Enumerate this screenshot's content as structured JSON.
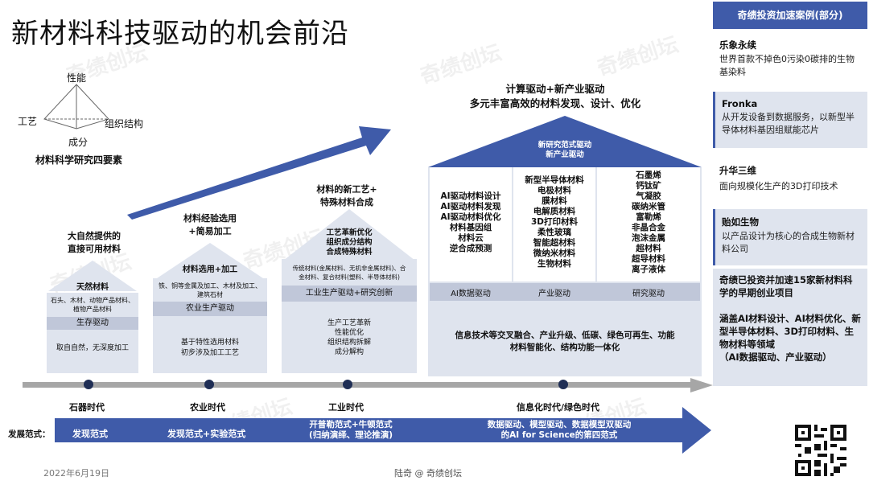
{
  "title": "新材料科技驱动的机会前沿",
  "watermark": "奇绩创坛",
  "pyramid": {
    "top": "性能",
    "left": "工艺",
    "right": "组织结构",
    "bottom": "成分",
    "caption": "材料科学研究四要素"
  },
  "stages": [
    {
      "heading": "大自然提供的\n直接可用材料",
      "roof": "天然材料",
      "materials": "石头、木材、动物产品材料、\n植物产品材料",
      "driver": "生存驱动",
      "desc": "取自自然，无深度加工"
    },
    {
      "heading": "材料经验选用\n+简易加工",
      "roof": "材料选用+加工",
      "materials": "铁、铜等金属及加工、木材及加工、\n建筑石材",
      "driver": "农业生产驱动",
      "desc": "基于特性选用材料\n初步涉及加工工艺"
    },
    {
      "heading": "材料的新工艺+\n特殊材料合成",
      "roof": "工艺革新优化\n组织成分结构\n合成特殊材料",
      "materials": "传统材料(金属材料、无机非金属材料)、合\n金材料、复合材料(塑料、半导体材料)",
      "driver": "工业生产驱动+研究创新",
      "desc": "生产工艺革新\n性能优化\n组织结构拆解\n成分解构"
    }
  ],
  "modern": {
    "heading": "计算驱动+新产业驱动\n多元丰富高效的材料发现、设计、优化",
    "roof": "新研究范式驱动\n新产业驱动",
    "col1": "AI驱动材料设计\nAI驱动材料发现\nAI驱动材料优化\n材料基因组\n材料云\n逆合成预测",
    "col2": "新型半导体材料\n电极材料\n膜材料\n电解质材料\n3D打印材料\n柔性玻璃\n智能超材料\n微纳米材料\n生物材料",
    "col3": "石墨烯\n钙钛矿\n气凝胶\n碳纳米管\n富勒烯\n非晶合金\n泡沫金属\n超材料\n超导材料\n离子液体",
    "drivers": [
      "AI数据驱动",
      "产业驱动",
      "研究驱动"
    ],
    "desc": "信息技术等交叉融合、产业升级、低碳、绿色可再生、功能\n材料智能化、结构功能一体化"
  },
  "eras": [
    "石器时代",
    "农业时代",
    "工业时代",
    "信息化时代/绿色时代"
  ],
  "paradigm": {
    "label": "发展范式：",
    "items": [
      "发现范式",
      "发现范式+实验范式",
      "开普勒范式+牛顿范式\n(归纳演绎、理论推演)",
      "数据驱动、模型驱动、数据模型双驱动\n的AI for Science的第四范式"
    ]
  },
  "footer": {
    "date": "2022年6月19日",
    "author": "陆奇 @ 奇绩创坛"
  },
  "side": {
    "title": "奇绩投资加速案例(部分)",
    "cases": [
      {
        "name": "乐象永续",
        "desc": "世界首款不掉色0污染0碳排的生物基染料"
      },
      {
        "name": "Fronka",
        "desc": "从开发设备到数据服务，以新型半导体材料基因组赋能芯片"
      },
      {
        "name": "升华三维",
        "desc": "面向规模化生产的3D打印技术"
      },
      {
        "name": "贻如生物",
        "desc": "以产品设计为核心的合成生物新材料公司"
      }
    ],
    "summary": "奇绩已投资并加速15家新材料科学的早期创业项目\n\n涵盖AI材料设计、AI材料优化、新型半导体材料、3D打印材料、生物材料等领域\n（AI数据驱动、产业驱动）"
  },
  "colors": {
    "arrow": "#3f5ba9",
    "panel": "#dfe4ee",
    "timeline": "#a6a6a6",
    "dot": "#1f2e55"
  }
}
